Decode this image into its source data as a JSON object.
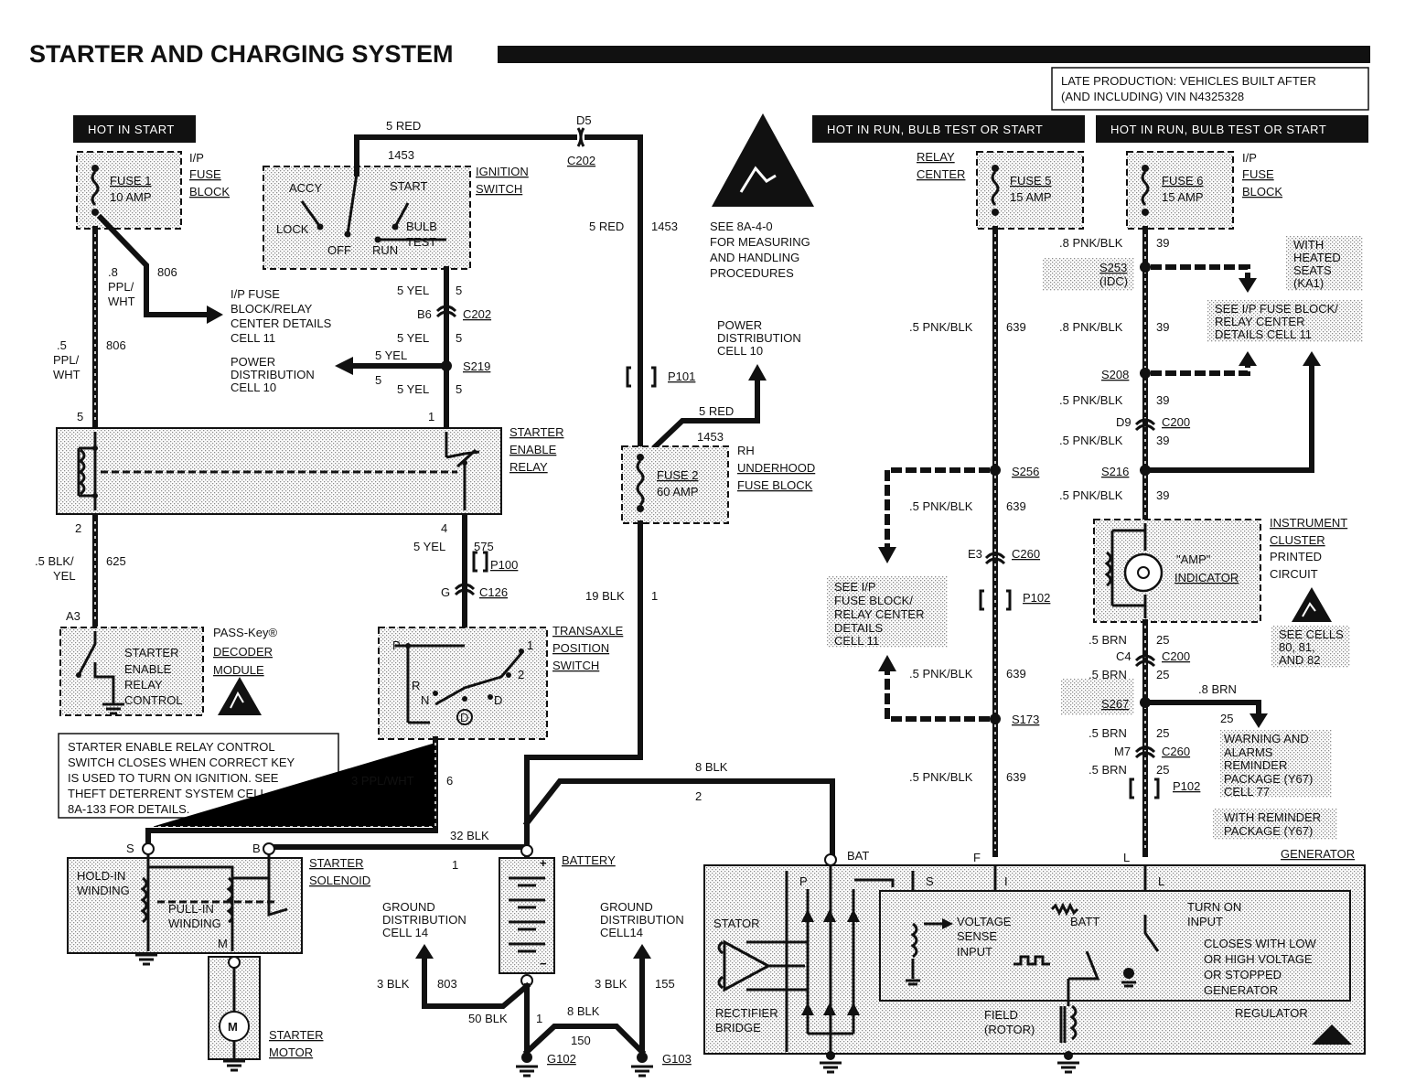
{
  "title": "STARTER AND CHARGING SYSTEM",
  "production_note": [
    "LATE PRODUCTION: VEHICLES BUILT AFTER",
    "(AND INCLUDING) VIN N4325328"
  ],
  "hot_labels": {
    "start": "HOT IN START",
    "run_a": "HOT IN RUN, BULB TEST OR START",
    "run_b": "HOT IN RUN, BULB TEST OR START"
  },
  "components": {
    "fuse1": [
      "FUSE 1",
      "10 AMP"
    ],
    "ip_fuse_block": [
      "I/P",
      "FUSE",
      "BLOCK"
    ],
    "ignition_switch": [
      "IGNITION",
      "SWITCH"
    ],
    "ign_positions": {
      "accy": "ACCY",
      "start": "START",
      "lock": "LOCK",
      "bulb": "BULB",
      "test": "TEST",
      "off": "OFF",
      "run": "RUN"
    },
    "starter_enable_relay": [
      "STARTER",
      "ENABLE",
      "RELAY"
    ],
    "passkey": [
      "PASS-Key®",
      "DECODER",
      "MODULE"
    ],
    "passkey_inner": [
      "STARTER",
      "ENABLE",
      "RELAY",
      "CONTROL"
    ],
    "transaxle": [
      "TRANSAXLE",
      "POSITION",
      "SWITCH"
    ],
    "trans_labels": {
      "p": "P",
      "r": "R",
      "n": "N",
      "d": "D",
      "one": "1",
      "two": "2"
    },
    "fuse2": [
      "FUSE 2",
      "60 AMP"
    ],
    "rh_fuse_block": [
      "RH",
      "UNDERHOOD",
      "FUSE BLOCK"
    ],
    "relay_center": [
      "RELAY",
      "CENTER"
    ],
    "fuse5": [
      "FUSE 5",
      "15 AMP"
    ],
    "fuse6": [
      "FUSE 6",
      "15 AMP"
    ],
    "ip_fuse_block_2": [
      "I/P",
      "FUSE",
      "BLOCK"
    ],
    "instrument_cluster": [
      "INSTRUMENT",
      "CLUSTER",
      "PRINTED",
      "CIRCUIT"
    ],
    "amp_indicator": [
      "\"AMP\"",
      "INDICATOR"
    ],
    "starter_solenoid": [
      "STARTER",
      "SOLENOID"
    ],
    "hold_in": [
      "HOLD-IN",
      "WINDING"
    ],
    "pull_in": [
      "PULL-IN",
      "WINDING"
    ],
    "starter_motor": [
      "STARTER",
      "MOTOR"
    ],
    "battery": "BATTERY",
    "generator": "GENERATOR",
    "stator": "STATOR",
    "rectifier": [
      "RECTIFIER",
      "BRIDGE"
    ],
    "field": [
      "FIELD",
      "(ROTOR)"
    ],
    "regulator": "REGULATOR",
    "voltage_sense": [
      "VOLTAGE",
      "SENSE",
      "INPUT"
    ],
    "batt": "BATT",
    "turn_on": [
      "TURN ON",
      "INPUT"
    ],
    "closes": [
      "CLOSES WITH LOW",
      "OR HIGH VOLTAGE",
      "OR STOPPED",
      "GENERATOR"
    ]
  },
  "notes": {
    "esd": [
      "SEE 8A-4-0",
      "FOR MEASURING",
      "AND HANDLING",
      "PROCEDURES"
    ],
    "ip_details": [
      "I/P FUSE",
      "BLOCK/RELAY",
      "CENTER DETAILS",
      "CELL 11"
    ],
    "power_dist_a": [
      "POWER",
      "DISTRIBUTION",
      "CELL 10"
    ],
    "power_dist_b": [
      "POWER",
      "DISTRIBUTION",
      "CELL 10"
    ],
    "starter_enable_note": [
      "STARTER ENABLE RELAY CONTROL",
      "SWITCH CLOSES WHEN CORRECT KEY",
      "IS USED TO TURN ON IGNITION.  SEE",
      "THEFT DETERRENT SYSTEM CELL",
      "8A-133 FOR DETAILS."
    ],
    "see_ip_left": [
      "SEE I/P",
      "FUSE BLOCK/",
      "RELAY CENTER",
      "DETAILS",
      "CELL 11"
    ],
    "see_ip_right": [
      "SEE I/P FUSE BLOCK/",
      "RELAY CENTER",
      "DETAILS CELL 11"
    ],
    "heated_seats": [
      "WITH",
      "HEATED",
      "SEATS",
      "(KA1)"
    ],
    "see_cells": [
      "SEE CELLS",
      "80, 81,",
      "AND 82"
    ],
    "warning": [
      "WARNING AND",
      "ALARMS",
      "REMINDER",
      "PACKAGE (Y67)",
      "CELL 77"
    ],
    "with_reminder": [
      "WITH REMINDER",
      "PACKAGE (Y67)"
    ],
    "ground_a": [
      "GROUND",
      "DISTRIBUTION",
      "CELL 14"
    ],
    "ground_b": [
      "GROUND",
      "DISTRIBUTION",
      "CELL14"
    ]
  },
  "wire_labels": {
    "w_5red_top": "5 RED",
    "w_1453_top": "1453",
    "w_d5": "D5",
    "w_c202_top": "C202",
    "w_5red_mid": "5 RED",
    "w_1453_mid": "1453",
    "w_8ppl": [
      ".8",
      "PPL/",
      "WHT"
    ],
    "w_806a": "806",
    "w_806b": "806",
    "w_5ppl": [
      ".5",
      "PPL/",
      "WHT"
    ],
    "w_5yel_a": "5 YEL",
    "w_5_a": "5",
    "w_b6": "B6",
    "w_c202_b": "C202",
    "w_5yel_b": "5 YEL",
    "w_5_b": "5",
    "w_5yel_c": "5 YEL",
    "w_5_c": "5",
    "w_s219": "S219",
    "w_5yel_d": "5 YEL",
    "w_5_d": "5",
    "w_p101": "P101",
    "w_5red_r": "5 RED",
    "w_1453_r": "1453",
    "pin_5": "5",
    "pin_1": "1",
    "pin_2": "2",
    "pin_4": "4",
    "w_5blk": [
      ".5 BLK/",
      "YEL"
    ],
    "w_625": "625",
    "w_a3": "A3",
    "w_5yel_e": "5 YEL",
    "w_575": "575",
    "w_p100": "P100",
    "w_g": "G",
    "w_c126": "C126",
    "w_19blk": "19 BLK",
    "w_1_r": "1",
    "w_3ppl": "3 PPL/WHT",
    "w_6": "6",
    "w_8blk": "8 BLK",
    "w_2": "2",
    "w_32blk": "32 BLK",
    "w_1_bat": "1",
    "w_s": "S",
    "w_b": "B",
    "w_m": "M",
    "w_bat": "BAT",
    "w_f": "F",
    "w_l": "L",
    "w_gen_p": "P",
    "w_gen_s": "S",
    "w_gen_i": "I",
    "w_gen_l": "L",
    "w_3blk_a": "3 BLK",
    "w_803": "803",
    "w_50blk": "50 BLK",
    "w_1_g": "1",
    "w_8blk_g": "8 BLK",
    "w_150": "150",
    "w_3blk_b": "3 BLK",
    "w_155": "155",
    "w_g102": "G102",
    "w_g103": "G103",
    "w_639a": "639",
    "w_pnk_a": ".5 PNK/BLK",
    "w_s256": "S256",
    "w_pnk_b": ".5 PNK/BLK",
    "w_639b": "639",
    "w_e3": "E3",
    "w_c260": "C260",
    "w_p102a": "P102",
    "w_pnk_c": ".5 PNK/BLK",
    "w_639c": "639",
    "w_s173": "S173",
    "w_pnk_d": ".5 PNK/BLK",
    "w_639d": "639",
    "w_8pnk_a": ".8 PNK/BLK",
    "w_39a": "39",
    "w_s253": "S253",
    "w_idc": "(IDC)",
    "w_8pnk_b": ".8 PNK/BLK",
    "w_39b": "39",
    "w_s208": "S208",
    "w_pnk_e": ".5 PNK/BLK",
    "w_39c": "39",
    "w_d9": "D9",
    "w_c200a": "C200",
    "w_pnk_f": ".5 PNK/BLK",
    "w_39d": "39",
    "w_s216": "S216",
    "w_pnk_g": ".5 PNK/BLK",
    "w_39e": "39",
    "w_brn_a": ".5 BRN",
    "w_25a": "25",
    "w_c4": "C4",
    "w_c200b": "C200",
    "w_brn_b": ".5 BRN",
    "w_25b": "25",
    "w_s267": "S267",
    "w_8brn": ".8 BRN",
    "w_25c": "25",
    "w_brn_c": ".5 BRN",
    "w_25d": "25",
    "w_m7": "M7",
    "w_c260b": "C260",
    "w_brn_d": ".5 BRN",
    "w_25e": "25",
    "w_p102b": "P102"
  }
}
